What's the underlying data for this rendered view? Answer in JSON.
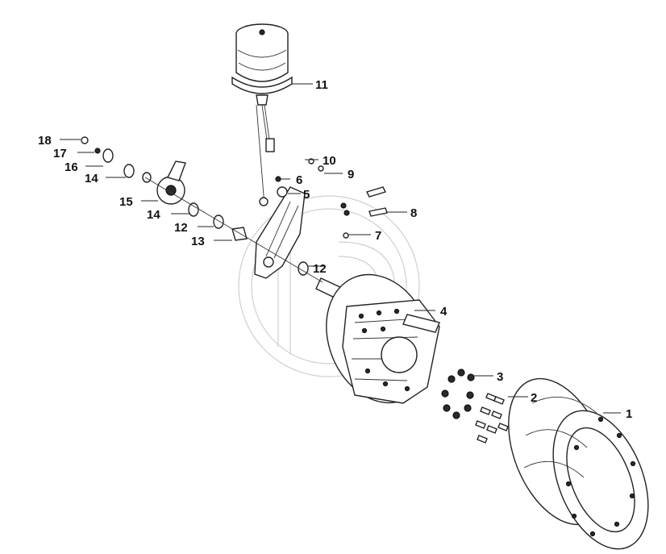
{
  "callouts": [
    {
      "id": "1",
      "label": "1"
    },
    {
      "id": "2",
      "label": "2"
    },
    {
      "id": "3",
      "label": "3"
    },
    {
      "id": "4",
      "label": "4"
    },
    {
      "id": "5",
      "label": "5"
    },
    {
      "id": "6",
      "label": "6"
    },
    {
      "id": "7",
      "label": "7"
    },
    {
      "id": "8",
      "label": "8"
    },
    {
      "id": "9",
      "label": "9"
    },
    {
      "id": "10",
      "label": "10"
    },
    {
      "id": "11",
      "label": "11"
    },
    {
      "id": "12a",
      "label": "12"
    },
    {
      "id": "12b",
      "label": "12"
    },
    {
      "id": "13",
      "label": "13"
    },
    {
      "id": "14a",
      "label": "14"
    },
    {
      "id": "14b",
      "label": "14"
    },
    {
      "id": "15",
      "label": "15"
    },
    {
      "id": "16",
      "label": "16"
    },
    {
      "id": "17",
      "label": "17"
    },
    {
      "id": "18",
      "label": "18"
    }
  ]
}
